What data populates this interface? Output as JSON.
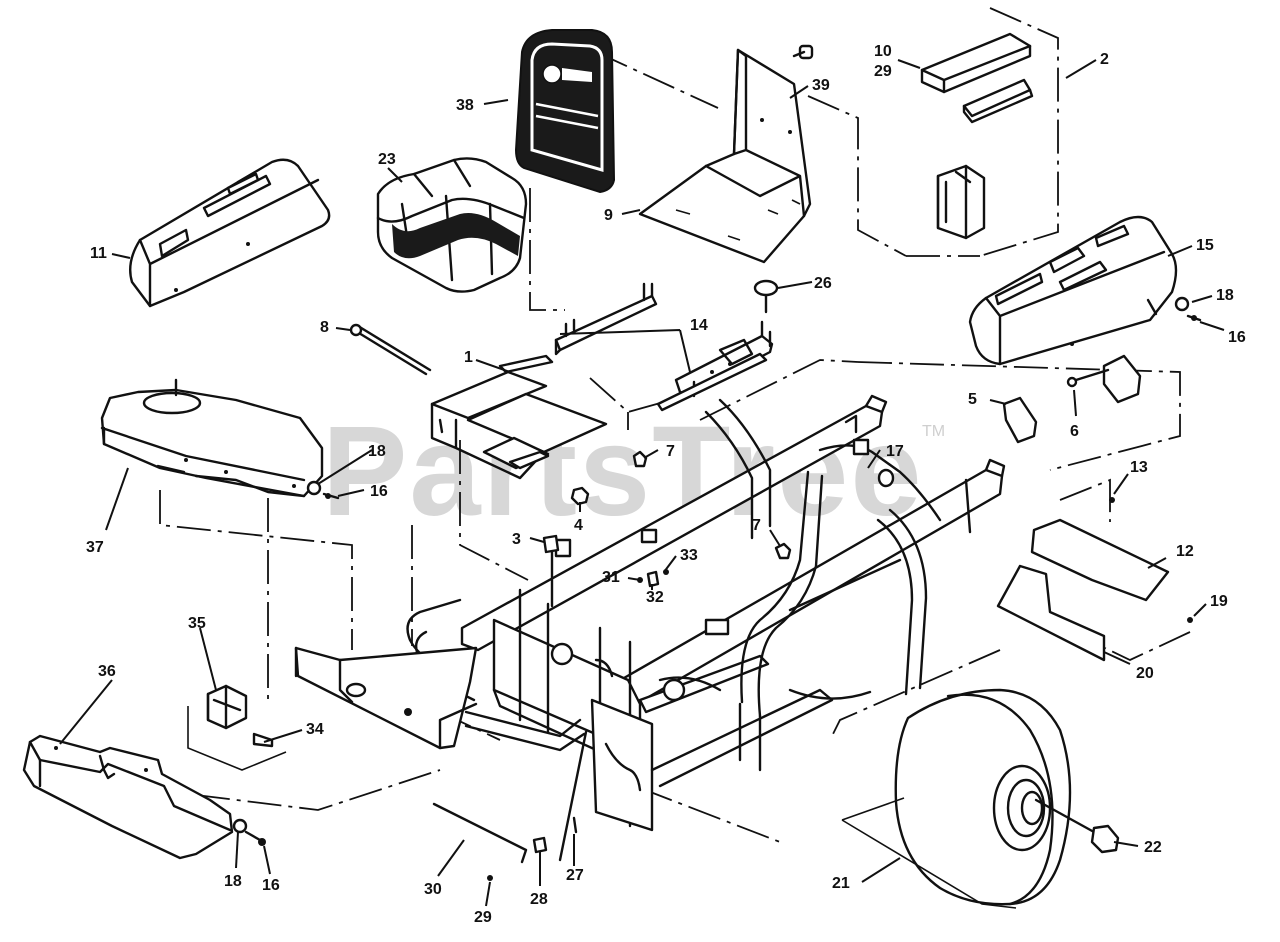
{
  "watermark": {
    "text": "PartsTree",
    "trademark": "TM"
  },
  "callouts": [
    {
      "id": "c1",
      "text": "1"
    },
    {
      "id": "c2",
      "text": "2"
    },
    {
      "id": "c3",
      "text": "3"
    },
    {
      "id": "c4",
      "text": "4"
    },
    {
      "id": "c5",
      "text": "5"
    },
    {
      "id": "c6",
      "text": "6"
    },
    {
      "id": "c7a",
      "text": "7"
    },
    {
      "id": "c7b",
      "text": "7"
    },
    {
      "id": "c8",
      "text": "8"
    },
    {
      "id": "c9",
      "text": "9"
    },
    {
      "id": "c10",
      "text": "10"
    },
    {
      "id": "c29a",
      "text": "29"
    },
    {
      "id": "c11",
      "text": "11"
    },
    {
      "id": "c12",
      "text": "12"
    },
    {
      "id": "c13",
      "text": "13"
    },
    {
      "id": "c14",
      "text": "14"
    },
    {
      "id": "c15",
      "text": "15"
    },
    {
      "id": "c16a",
      "text": "16"
    },
    {
      "id": "c16b",
      "text": "16"
    },
    {
      "id": "c16c",
      "text": "16"
    },
    {
      "id": "c17",
      "text": "17"
    },
    {
      "id": "c18a",
      "text": "18"
    },
    {
      "id": "c18b",
      "text": "18"
    },
    {
      "id": "c18c",
      "text": "18"
    },
    {
      "id": "c19",
      "text": "19"
    },
    {
      "id": "c20",
      "text": "20"
    },
    {
      "id": "c21",
      "text": "21"
    },
    {
      "id": "c22",
      "text": "22"
    },
    {
      "id": "c23",
      "text": "23"
    },
    {
      "id": "c26",
      "text": "26"
    },
    {
      "id": "c27",
      "text": "27"
    },
    {
      "id": "c28",
      "text": "28"
    },
    {
      "id": "c29b",
      "text": "29"
    },
    {
      "id": "c30",
      "text": "30"
    },
    {
      "id": "c31",
      "text": "31"
    },
    {
      "id": "c32",
      "text": "32"
    },
    {
      "id": "c33",
      "text": "33"
    },
    {
      "id": "c34",
      "text": "34"
    },
    {
      "id": "c35",
      "text": "35"
    },
    {
      "id": "c36",
      "text": "36"
    },
    {
      "id": "c37",
      "text": "37"
    },
    {
      "id": "c38",
      "text": "38"
    },
    {
      "id": "c39",
      "text": "39"
    }
  ]
}
